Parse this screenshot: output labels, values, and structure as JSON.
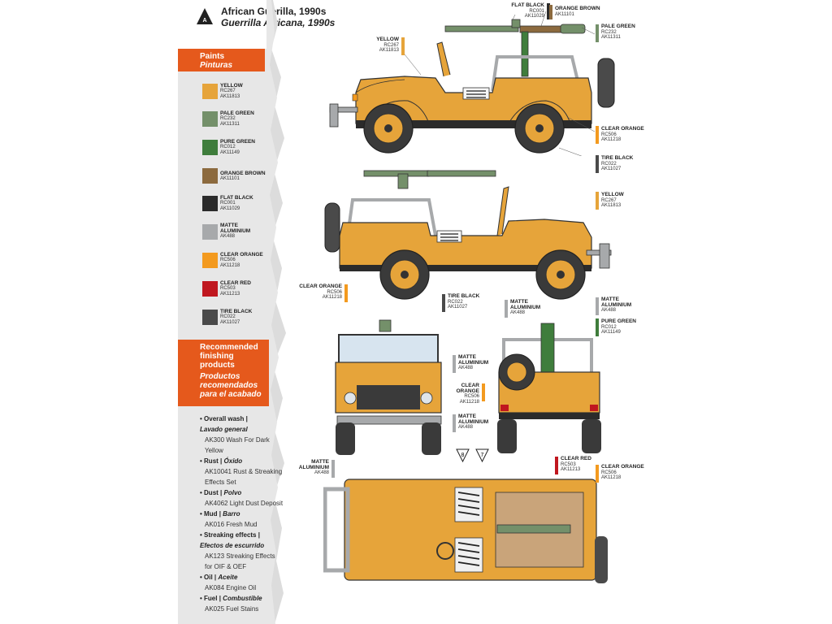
{
  "header": {
    "badge": "A",
    "title_en": "African Guerilla, 1990s",
    "title_es": "Guerrilla Africana, 1990s"
  },
  "paints_header": {
    "en": "Paints",
    "es": "Pinturas"
  },
  "paints": [
    {
      "name": "YELLOW",
      "codes": [
        "RC267",
        "AK11813"
      ],
      "color": "#e6a43a"
    },
    {
      "name": "PALE GREEN",
      "codes": [
        "RC232",
        "AK11311"
      ],
      "color": "#74906a"
    },
    {
      "name": "PURE GREEN",
      "codes": [
        "RC012",
        "AK11149"
      ],
      "color": "#3f7d3c"
    },
    {
      "name": "ORANGE BROWN",
      "codes": [
        "AK11101"
      ],
      "color": "#8c6a3e"
    },
    {
      "name": "FLAT BLACK",
      "codes": [
        "RC001",
        "AK11029"
      ],
      "color": "#2b2b2b"
    },
    {
      "name": "MATTE ALUMINIUM",
      "codes": [
        "AK488"
      ],
      "color": "#a7a9ab"
    },
    {
      "name": "CLEAR ORANGE",
      "codes": [
        "RC506",
        "AK11218"
      ],
      "color": "#f39a1f"
    },
    {
      "name": "CLEAR RED",
      "codes": [
        "RC503",
        "AK11213"
      ],
      "color": "#c0171f"
    },
    {
      "name": "TIRE BLACK",
      "codes": [
        "RC022",
        "AK11027"
      ],
      "color": "#4a4a4a"
    }
  ],
  "finishing_header": {
    "en": [
      "Recommended",
      "finishing",
      "products"
    ],
    "es": [
      "Productos",
      "recomendados",
      "para el acabado"
    ]
  },
  "finishing": [
    {
      "en": "Overall wash |",
      "es": "Lavado general",
      "products": [
        "AK300 Wash For Dark Yellow"
      ]
    },
    {
      "en": "Rust |",
      "es": "Óxido",
      "products": [
        "AK10041 Rust & Streaking",
        "Effects Set"
      ]
    },
    {
      "en": "Dust |",
      "es": "Polvo",
      "products": [
        "AK4062 Light Dust Deposit"
      ]
    },
    {
      "en": "Mud |",
      "es": "Barro",
      "products": [
        "AK016 Fresh Mud"
      ]
    },
    {
      "en": "Streaking effects |",
      "es": "Efectos de escurrido",
      "products": [
        "AK123 Streaking Effects",
        "for OIF & OEF"
      ]
    },
    {
      "en": "Oil |",
      "es": "Aceite",
      "products": [
        "AK084 Engine Oil"
      ]
    },
    {
      "en": "Fuel |",
      "es": "Combustible",
      "products": [
        "AK025 Fuel Stains"
      ]
    }
  ],
  "callouts": {
    "c_flat_black": {
      "name": "FLAT BLACK",
      "codes": [
        "RC001",
        "AK11029"
      ]
    },
    "c_orange_brown": {
      "name": "ORANGE BROWN",
      "codes": [
        "AK11101"
      ]
    },
    "c_yellow_1": {
      "name": "YELLOW",
      "codes": [
        "RC267",
        "AK11813"
      ]
    },
    "c_pale_green": {
      "name": "PALE GREEN",
      "codes": [
        "RC232",
        "AK11311"
      ]
    },
    "c_clear_orange_1": {
      "name": "CLEAR ORANGE",
      "codes": [
        "RC506",
        "AK11218"
      ]
    },
    "c_tire_black_1": {
      "name": "TIRE BLACK",
      "codes": [
        "RC022",
        "AK11027"
      ]
    },
    "c_yellow_2": {
      "name": "YELLOW",
      "codes": [
        "RC267",
        "AK11813"
      ]
    },
    "c_clear_orange_2": {
      "name": "CLEAR ORANGE",
      "codes": [
        "RC506",
        "AK11218"
      ]
    },
    "c_tire_black_2": {
      "name": "TIRE BLACK",
      "codes": [
        "RC022",
        "AK11027"
      ]
    },
    "c_matte_alu_1": {
      "name": "MATTE ALUMINIUM",
      "codes": [
        "AK488"
      ]
    },
    "c_matte_alu_2": {
      "name": "MATTE ALUMINIUM",
      "codes": [
        "AK488"
      ]
    },
    "c_pure_green": {
      "name": "PURE GREEN",
      "codes": [
        "RC012",
        "AK11149"
      ]
    },
    "c_matte_alu_3": {
      "name": "MATTE ALUMINIUM",
      "codes": [
        "AK488"
      ]
    },
    "c_clear_orange_3": {
      "name": "CLEAR ORANGE",
      "codes": [
        "RC506",
        "AK11218"
      ]
    },
    "c_matte_alu_4": {
      "name": "MATTE ALUMINIUM",
      "codes": [
        "AK488"
      ]
    },
    "c_matte_alu_5": {
      "name": "MATTE ALUMINIUM",
      "codes": [
        "AK488"
      ]
    },
    "c_clear_red": {
      "name": "CLEAR RED",
      "codes": [
        "RC503",
        "AK11213"
      ]
    },
    "c_clear_orange_4": {
      "name": "CLEAR ORANGE",
      "codes": [
        "RC506",
        "AK11218"
      ]
    }
  },
  "decal_markers": [
    "8",
    "7"
  ]
}
